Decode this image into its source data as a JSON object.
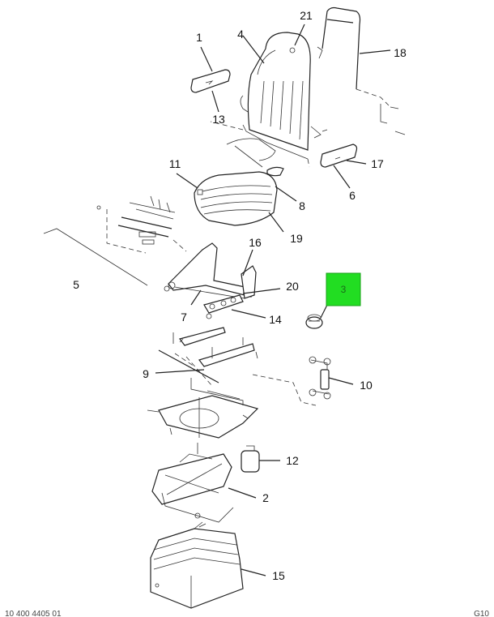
{
  "callouts": {
    "c1": "1",
    "c2": "2",
    "c3": "3",
    "c4": "4",
    "c5": "5",
    "c6": "6",
    "c7": "7",
    "c8": "8",
    "c9": "9",
    "c10": "10",
    "c11": "11",
    "c12": "12",
    "c13": "13",
    "c14": "14",
    "c15": "15",
    "c16": "16",
    "c17": "17",
    "c18": "18",
    "c19": "19",
    "c20": "20",
    "c21": "21"
  },
  "highlight": {
    "label": "3",
    "color": "#22dd22"
  },
  "footer": {
    "left": "10 400 4405 01",
    "right": "G10"
  }
}
